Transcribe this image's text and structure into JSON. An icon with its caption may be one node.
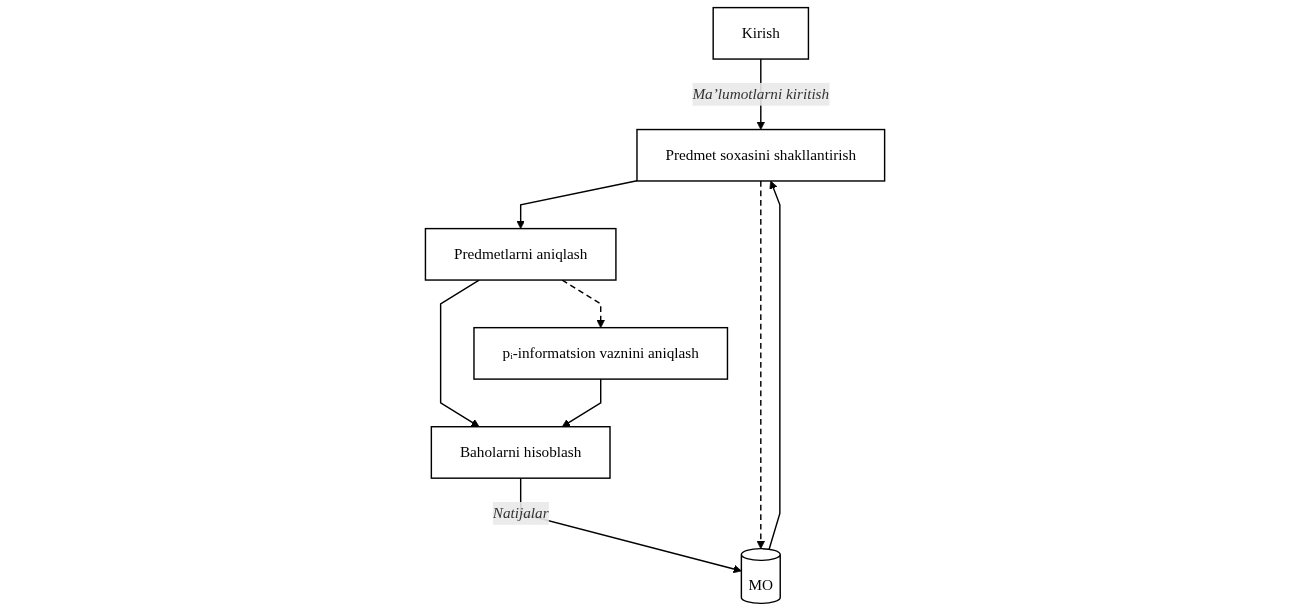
{
  "diagram": {
    "nodes": [
      {
        "text": [
          "Predmet soxasini shakllantirish"
        ]
      },
      {
        "text": [
          "pᵢ-informatsion vaznini aniqlash"
        ]
      },
      {
        "text": [
          "Predmetlarni aniqlash"
        ]
      },
      {
        "text": [
          "Kirish"
        ]
      },
      {
        "text": [
          "Baholarni hisoblash"
        ]
      },
      {
        "text": [
          "MO"
        ]
      }
    ],
    "edges": [
      {
        "from": 3,
        "to": 0,
        "arrow": "to",
        "label": "Ma’lumotlarni kiritish"
      },
      {
        "from": 0,
        "to": 2,
        "arrow": "to"
      },
      {
        "from": 2,
        "to": 1,
        "arrow": "to",
        "style": "dashed"
      },
      {
        "from": 2,
        "to": 4,
        "arrow": "to"
      },
      {
        "from": 1,
        "to": 4,
        "arrow": "to"
      },
      {
        "from": 4,
        "to": 5,
        "arrow": "to",
        "label": "Natijalar"
      },
      {
        "from": 0,
        "to": 5,
        "arrow": "to",
        "style": "dashed"
      },
      {
        "from": 5,
        "to": 0,
        "arrow": "to"
      }
    ]
  }
}
